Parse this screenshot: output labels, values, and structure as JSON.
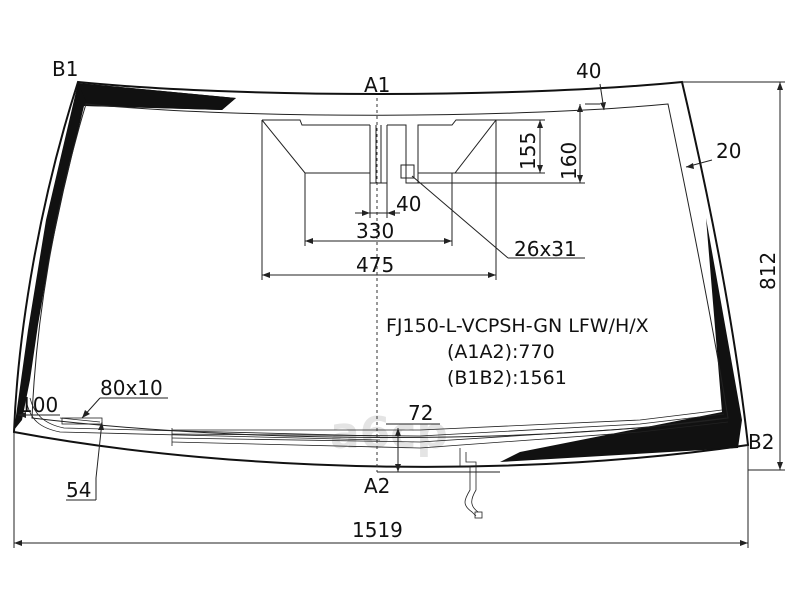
{
  "drawing": {
    "points": {
      "b1": "B1",
      "a1": "A1",
      "a2": "A2",
      "b2": "B2"
    },
    "dimensions": {
      "top_band": "40",
      "h155": "155",
      "h160": "160",
      "side_band": "20",
      "w40": "40",
      "w330": "330",
      "w475": "475",
      "sensor": "26x31",
      "height": "812",
      "edge100": "100",
      "patch": "80x10",
      "d72": "72",
      "d54": "54",
      "width": "1519"
    },
    "info": {
      "part_code": "FJ150-L-VCPSH-GN LFW/H/X",
      "a1a2": "(A1A2):770",
      "b1b2": "(B1B2):1561"
    },
    "watermark": "a6cp"
  }
}
